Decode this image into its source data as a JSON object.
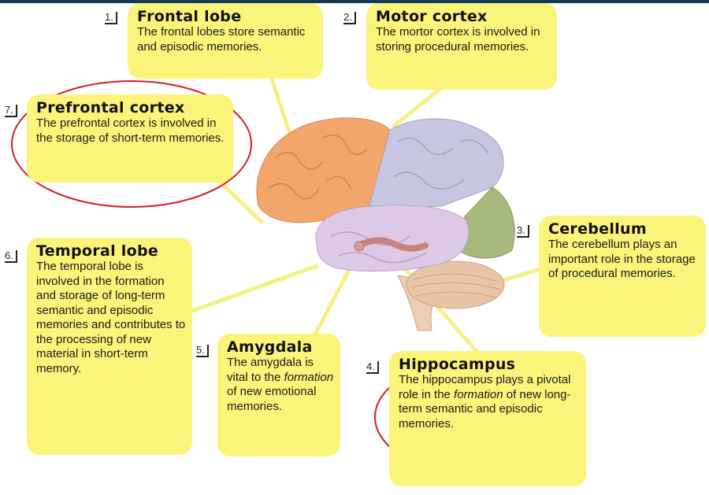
{
  "callouts": [
    {
      "number": "1.",
      "title": "Frontal lobe",
      "text": "The frontal lobes store semantic and episodic memories."
    },
    {
      "number": "2.",
      "title": "Motor cortex",
      "text": "The mortor cortex is involved in storing procedural memories."
    },
    {
      "number": "3.",
      "title": "Cerebellum",
      "text": "The cerebellum plays an important role in the storage of procedural memories."
    },
    {
      "number": "4.",
      "title": "Hippocampus",
      "text_before": "The hippocampus plays a pivotal role in the",
      "text_em": "formation",
      "text_after": "of new long-term semantic and episodic memories."
    },
    {
      "number": "5.",
      "title": "Amygdala",
      "text_before": "The amygdala is vital to the",
      "text_em": "formation",
      "text_after": "of new emotional memories."
    },
    {
      "number": "6.",
      "title": "Temporal lobe",
      "text": "The temporal lobe is involved in the formation and storage of long-term semantic and episodic memories and contributes to the processing of new material in short-term memory."
    },
    {
      "number": "7.",
      "title": "Prefrontal cortex",
      "text": "The prefrontal cortex is involved in the storage of short-term memories."
    }
  ],
  "colors": {
    "callout_fill": "#fbf47a",
    "leader_line": "#f6ef82",
    "highlight_circle": "#d81e1e",
    "frontal": "#f2a66c",
    "parietal": "#c6c6e2",
    "occipital": "#a7b97c",
    "temporal": "#dcc9e6",
    "cerebellum": "#e7c4a6",
    "brainstem": "#efcdb2",
    "hippocampus": "#c9837f"
  }
}
